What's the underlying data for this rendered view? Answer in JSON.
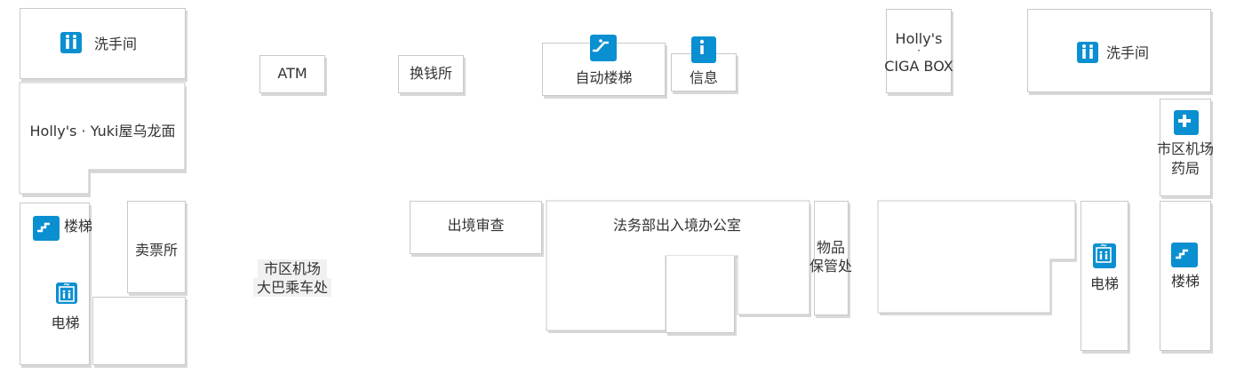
{
  "theme": {
    "icon_color": "#0a8fd1",
    "wall_color": "#c9c9c9",
    "text_color": "#333333"
  },
  "icons": {
    "restroom": "restroom-icon",
    "stairs": "stairs-icon",
    "elevator": "elevator-icon",
    "escalator": "escalator-icon",
    "info": "info-icon",
    "pharmacy": "pharmacy-icon"
  },
  "rooms": {
    "restroom_left": "洗手间",
    "hollys_yuki": "Holly's · Yuki屋乌龙面",
    "stairs_left": "楼梯",
    "elevator_left": "电梯",
    "ticket_office": "卖票所",
    "atm": "ATM",
    "currency_exchange": "换钱所",
    "airport_bus_line1": "市区机场",
    "airport_bus_line2": "大巴乘车处",
    "escalator": "自动楼梯",
    "information": "信息",
    "hollys_ciga_line1": "Holly's",
    "hollys_ciga_dot": "·",
    "hollys_ciga_line2": "CIGA BOX",
    "departure_review": "出境审查",
    "immigration_office": "法务部出入境办公室",
    "storage_line1": "物品",
    "storage_line2": "保管处",
    "restroom_right": "洗手间",
    "pharmacy_line1": "市区机场",
    "pharmacy_line2": "药局",
    "elevator_right": "电梯",
    "stairs_right": "楼梯"
  }
}
